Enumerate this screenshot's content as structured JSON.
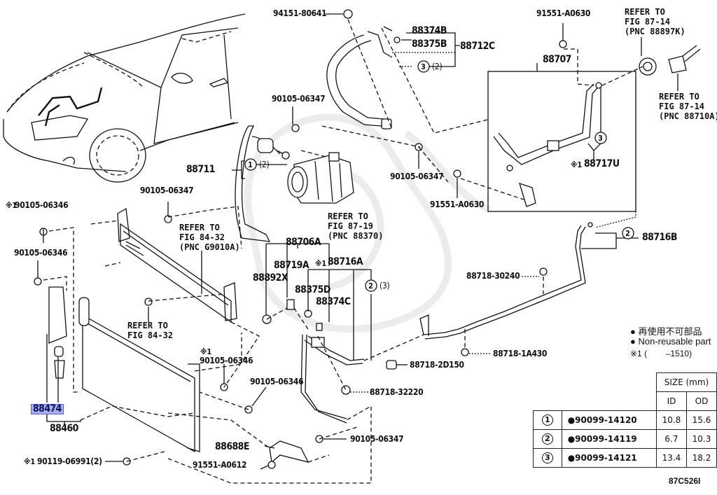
{
  "diagram": {
    "type": "parts-diagram",
    "subject": "Air conditioner piping, condenser and compressor",
    "figure_code": "87C526I",
    "highlighted_part": "88474"
  },
  "labels": {
    "l94151_80641": "94151-80641",
    "l88374B": "88374B",
    "l88375B": "88375B",
    "l88712C": "88712C",
    "l88712C_ring": "(2)",
    "l91551_A0630_top": "91551-A0630",
    "l88707": "88707",
    "ref_88897K": "REFER TO\nFIG 87-14\n(PNC 88897K)",
    "ref_88710A": "REFER TO\nFIG 87-14\n(PNC 88710A)",
    "l90105_06347_a": "90105-06347",
    "l88711": "88711",
    "l88711_ring": "(2)",
    "l90105_06347_b": "90105-06347",
    "l88717U": "88717U",
    "l88717U_mark": "※1",
    "l90105_06347_c": "90105-06347",
    "l91551_A0630_mid": "91551-A0630",
    "ref_88370": "REFER TO\nFIG 87-19\n(PNC 88370)",
    "l90105_06346_star": "90105-06346",
    "l90105_06346_star_mark": "※1",
    "ref_G9010A": "REFER TO\nFIG 84-32\n(PNC G9010A)",
    "l90105_06346_a": "90105-06346",
    "l88706A": "88706A",
    "l88719A": "88719A",
    "l88716A": "88716A",
    "l88716A_mark": "※1",
    "l88892X": "88892X",
    "l88375D": "88375D",
    "l88374C": "88374C",
    "l88716A_ring": "(3)",
    "l88716B": "88716B",
    "l88718_30240": "88718-30240",
    "ref_84_32": "REFER TO\nFIG 84-32",
    "l90105_06346_b_mark": "※1",
    "l90105_06346_b": "90105-06346",
    "l90105_06346_c": "90105-06346",
    "l88718_1A430": "88718-1A430",
    "l88718_2D150": "88718-2D150",
    "l88718_32220": "88718-32220",
    "l88474": "88474",
    "l88460": "88460",
    "l88688E": "88688E",
    "l90105_06347_d": "90105-06347",
    "l91551_A0612": "91551-A0612",
    "l90119_06991": "90119-06991(2)",
    "l90119_06991_mark": "※1"
  },
  "legend": {
    "non_reusable_jp": "● 再使用不可部品",
    "non_reusable_en": "● Non-reusable part",
    "note1": "※1 (        –1510)"
  },
  "size_table": {
    "header": "SIZE (mm)",
    "col_id": "ID",
    "col_od": "OD",
    "rows": [
      {
        "ref": "1",
        "part": "●90099-14120",
        "id": "10.8",
        "od": "15.6"
      },
      {
        "ref": "2",
        "part": "●90099-14119",
        "id": "6.7",
        "od": "10.3"
      },
      {
        "ref": "3",
        "part": "●90099-14121",
        "id": "13.4",
        "od": "18.2"
      }
    ]
  },
  "callouts": {
    "c1": "1",
    "c2": "2",
    "c3": "3"
  }
}
